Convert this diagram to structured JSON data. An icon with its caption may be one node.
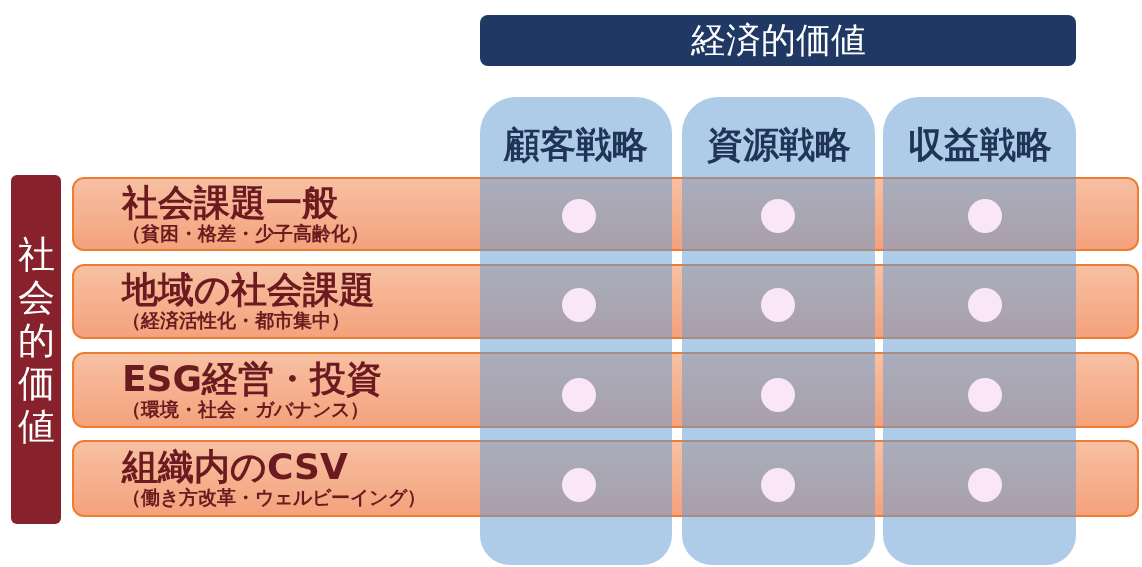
{
  "diagram": {
    "nodes": [
      {
        "text": [
          "経済的価値"
        ]
      },
      {
        "text": [
          "顧客戦略"
        ]
      },
      {
        "text": [
          "資源戦略"
        ]
      },
      {
        "text": [
          "収益戦略"
        ]
      },
      {
        "text": [
          "社会的価値"
        ]
      },
      {
        "text": [
          "社会課題一般",
          "（貧困・格差・少子高齢化）"
        ]
      },
      {
        "text": [
          "地域の社会課題",
          "（経済活性化・都市集中）"
        ]
      },
      {
        "text": [
          "ESG経営・投資",
          "（環境・社会・ガバナンス）"
        ]
      },
      {
        "text": [
          "組織内のCSV",
          "（働き方改革・ウェルビーイング）"
        ]
      },
      {
        "text": [],
        "shape": "circle"
      },
      {
        "text": [],
        "shape": "circle"
      },
      {
        "text": [],
        "shape": "circle"
      },
      {
        "text": [],
        "shape": "circle"
      },
      {
        "text": [],
        "shape": "circle"
      },
      {
        "text": [],
        "shape": "circle"
      },
      {
        "text": [],
        "shape": "circle"
      },
      {
        "text": [],
        "shape": "circle"
      },
      {
        "text": [],
        "shape": "circle"
      },
      {
        "text": [],
        "shape": "circle"
      },
      {
        "text": [],
        "shape": "circle"
      },
      {
        "text": [],
        "shape": "circle"
      }
    ]
  }
}
